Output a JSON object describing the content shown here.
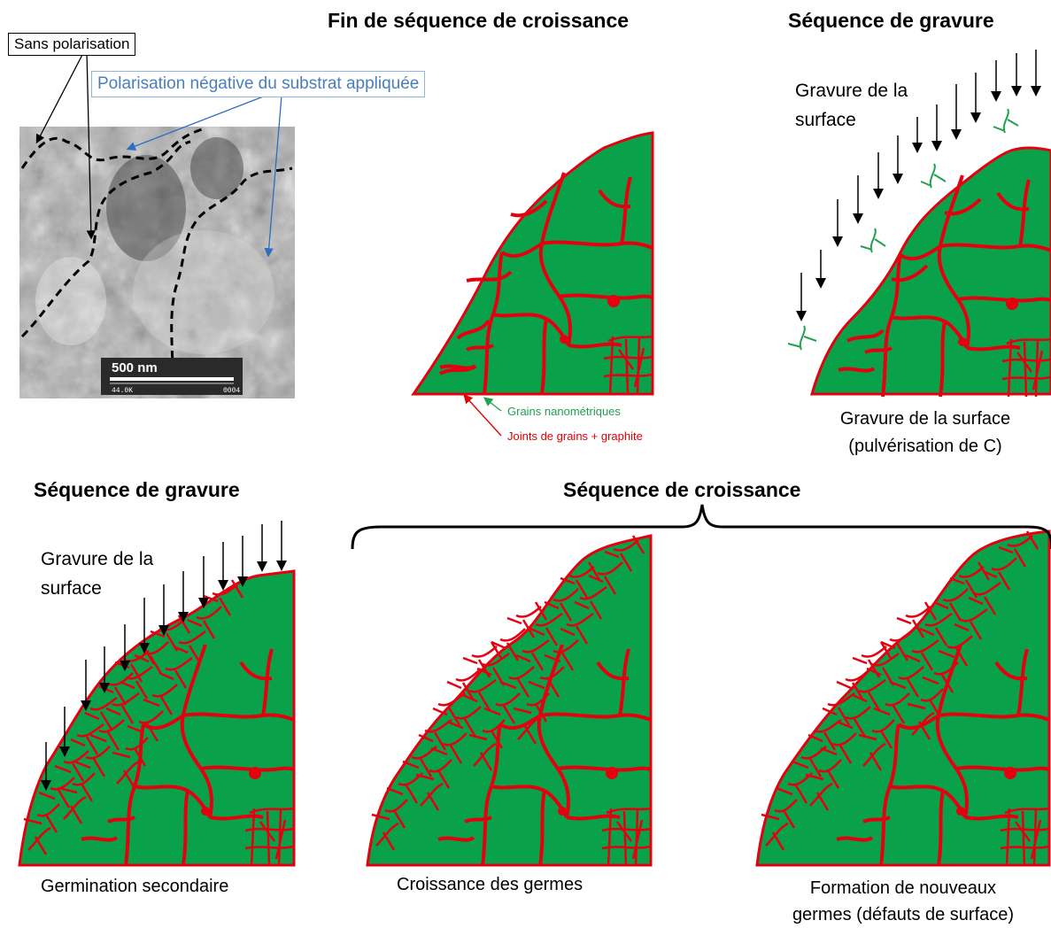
{
  "labels": {
    "sans_polarisation": "Sans polarisation",
    "polarisation_negative": "Polarisation négative du substrat appliquée",
    "scale_bar": "500 nm",
    "scale_info_left": "44.0K",
    "scale_info_right": "0004",
    "title_fin_croissance": "Fin de séquence de croissance",
    "title_gravure_top": "Séquence de gravure",
    "title_gravure_bottom": "Séquence de gravure",
    "title_croissance": "Séquence de croissance",
    "gravure_surface_top": [
      "Gravure de la",
      "surface"
    ],
    "gravure_surface_bottom": [
      "Gravure de la",
      "surface"
    ],
    "legend_grains": "Grains nanométriques",
    "legend_joints": "Joints de grains + graphite",
    "caption_gravure_pulverisation": [
      "Gravure de la surface",
      "(pulvérisation de C)"
    ],
    "caption_germination": "Germination secondaire",
    "caption_croissance_germes": "Croissance des germes",
    "caption_nouveaux_germes": [
      "Formation de nouveaux",
      "germes (défauts de surface)"
    ]
  },
  "colors": {
    "grain": "#0aa14b",
    "boundary": "#e5000f",
    "blue_label": "#4a7ebb",
    "legend_green": "#22a050",
    "legend_red": "#e00000"
  }
}
